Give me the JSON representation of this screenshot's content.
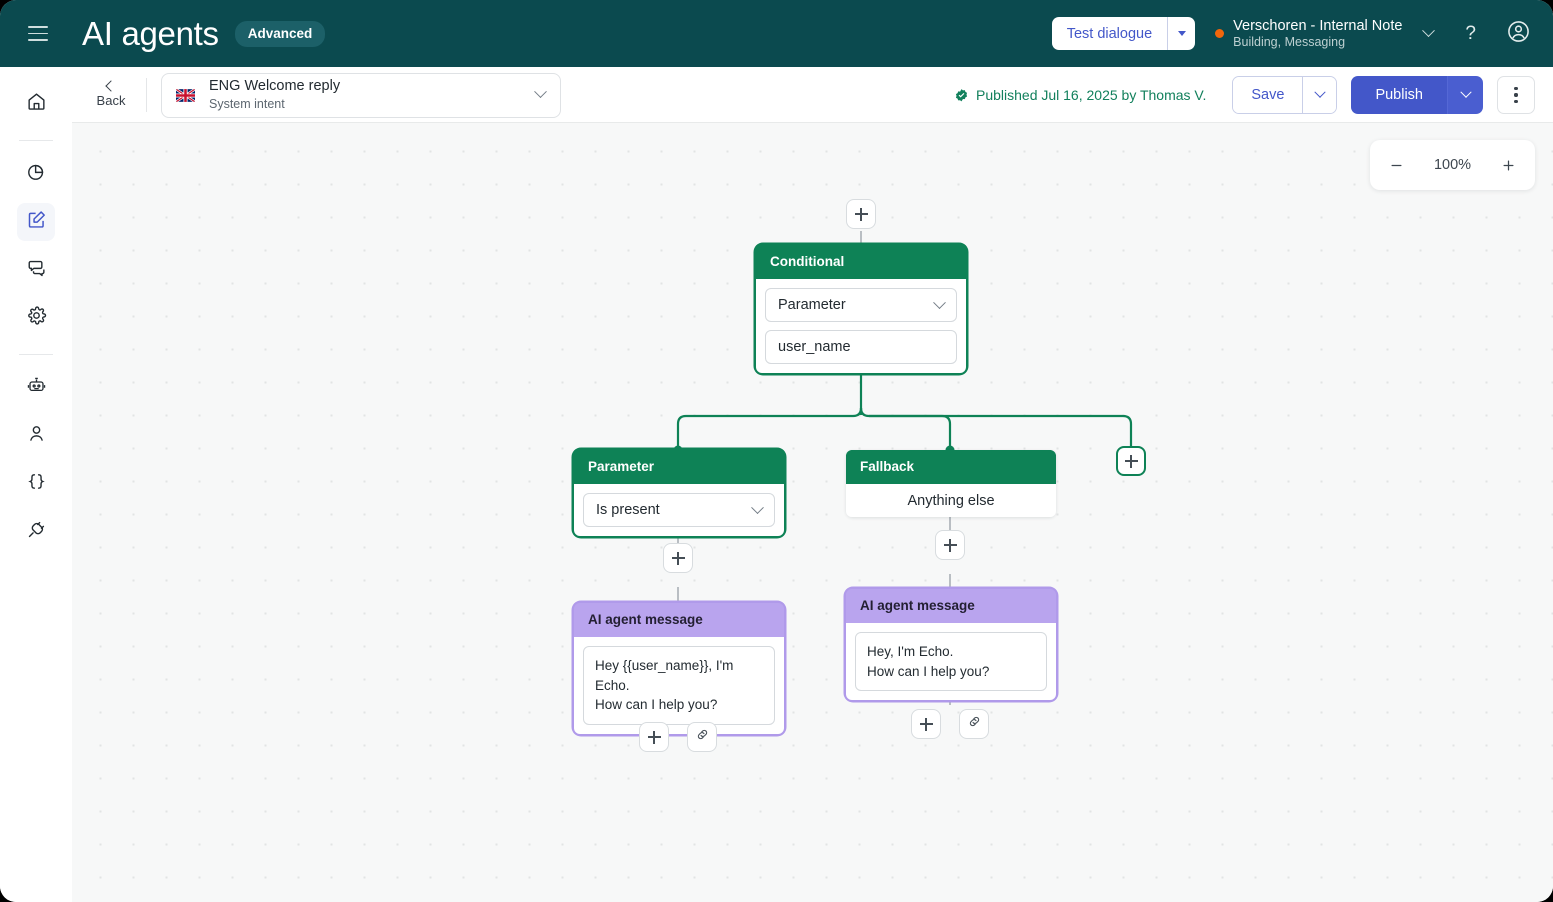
{
  "header": {
    "menu_icon": "hamburger-icon",
    "title": "AI agents",
    "plan_badge": "Advanced",
    "test_dialogue_label": "Test dialogue",
    "workspace_name": "Verschoren - Internal Note",
    "workspace_sub": "Building, Messaging",
    "status_dot_color": "#f2660c",
    "help_label": "?",
    "account_icon": "account-circle-icon",
    "bg_color": "#0b4a4f"
  },
  "sidebar": {
    "items": [
      {
        "icon": "home-icon",
        "name": "home",
        "active": false
      },
      {
        "icon": "analytics-pie-icon",
        "name": "analytics",
        "active": false
      },
      {
        "icon": "edit-square-icon",
        "name": "builder",
        "active": true
      },
      {
        "icon": "chat-bubbles-icon",
        "name": "conversations",
        "active": false
      },
      {
        "icon": "gear-icon",
        "name": "settings",
        "active": false
      },
      {
        "icon": "robot-icon",
        "name": "bots",
        "active": false
      },
      {
        "icon": "person-icon",
        "name": "users",
        "active": false
      },
      {
        "icon": "code-braces-icon",
        "name": "developer",
        "active": false
      },
      {
        "icon": "plug-icon",
        "name": "integrations",
        "active": false
      }
    ]
  },
  "toolbar": {
    "back_label": "Back",
    "intent_flag": "uk-flag",
    "intent_title": "ENG Welcome reply",
    "intent_subtitle": "System intent",
    "published_status": "Published Jul 16, 2025 by Thomas V.",
    "published_icon": "verified-check-icon",
    "published_color": "#12805c",
    "save_label": "Save",
    "publish_label": "Publish",
    "publish_color": "#4357c9",
    "kebab_icon": "more-vertical-icon"
  },
  "canvas": {
    "zoom_level": "100%",
    "zoom_out_icon": "minus-icon",
    "zoom_in_icon": "plus-icon",
    "background_color": "#f7f8f8",
    "edge_color": "#0e8256",
    "edge_color_gray": "#b9bec3"
  },
  "flow": {
    "nodes": [
      {
        "id": "conditional",
        "type": "conditional",
        "title": "Conditional",
        "accent": "#0e8256",
        "fields": [
          {
            "kind": "select",
            "value": "Parameter"
          },
          {
            "kind": "text",
            "value": "user_name"
          }
        ]
      },
      {
        "id": "branch-parameter",
        "type": "branch",
        "title": "Parameter",
        "accent": "#0e8256",
        "fields": [
          {
            "kind": "select",
            "value": "Is present"
          }
        ]
      },
      {
        "id": "branch-fallback",
        "type": "branch",
        "title": "Fallback",
        "accent": "#0e8256",
        "fields": [
          {
            "kind": "static",
            "value": "Anything else"
          }
        ]
      },
      {
        "id": "message-parameter",
        "type": "message",
        "title": "AI agent message",
        "accent": "#b9a4ee",
        "fields": [
          {
            "kind": "textarea",
            "value": "Hey {{user_name}}, I'm Echo.\nHow can I help you?"
          }
        ]
      },
      {
        "id": "message-fallback",
        "type": "message",
        "title": "AI agent message",
        "accent": "#b9a4ee",
        "fields": [
          {
            "kind": "textarea",
            "value": "Hey, I'm Echo.\nHow can I help you?"
          }
        ]
      }
    ],
    "add_button_icon": "plus-icon",
    "link_button_icon": "link-chain-icon"
  }
}
